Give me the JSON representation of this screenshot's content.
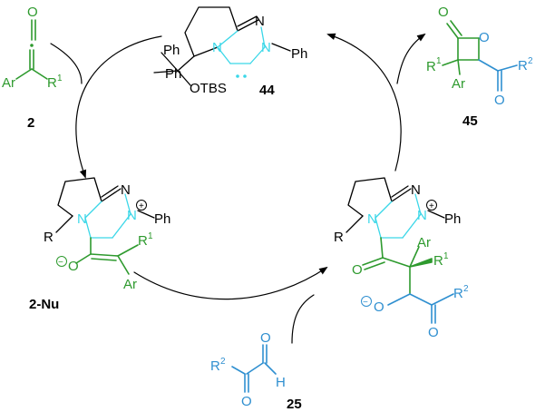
{
  "compounds": {
    "c2": {
      "number": "2",
      "O": "O",
      "Ar": "Ar",
      "R1": "R",
      "R1_sup": "1"
    },
    "c44": {
      "number": "44",
      "N_top": "N",
      "N_ring": "N",
      "N_ring2": "N",
      "Ph": "Ph",
      "Ph_a": "Ph",
      "Ph_b": "Ph",
      "OTBS": "OTBS"
    },
    "c45": {
      "number": "45",
      "O_carbonyl": "O",
      "O_ring": "O",
      "R1": "R",
      "R1_sup": "1",
      "Ar": "Ar",
      "O_ketone": "O",
      "R2": "R",
      "R2_sup": "2"
    },
    "c2Nu": {
      "number": "2-Nu",
      "N_top": "N",
      "N_ring": "N",
      "N_plus": "N",
      "plus": "+",
      "Ph": "Ph",
      "R": "R",
      "O_minus": "O",
      "minus": "−",
      "R1": "R",
      "R1_sup": "1",
      "Ar": "Ar"
    },
    "adduct": {
      "N_top": "N",
      "N_ring": "N",
      "N_plus": "N",
      "plus": "+",
      "Ph": "Ph",
      "R": "R",
      "O_enone": "O",
      "Ar": "Ar",
      "R1": "R",
      "R1_sup": "1",
      "minus": "−",
      "O_minus": "O",
      "R2": "R",
      "R2_sup": "2",
      "O_ketone": "O"
    },
    "c25": {
      "number": "25",
      "R2": "R",
      "R2_sup": "2",
      "O_top": "O",
      "O_bottom": "O",
      "H": "H"
    }
  },
  "colors": {
    "ink": "#000000",
    "cyan": "#3ad7e8",
    "green": "#2e9a2e",
    "blue": "#2f8fd0"
  }
}
